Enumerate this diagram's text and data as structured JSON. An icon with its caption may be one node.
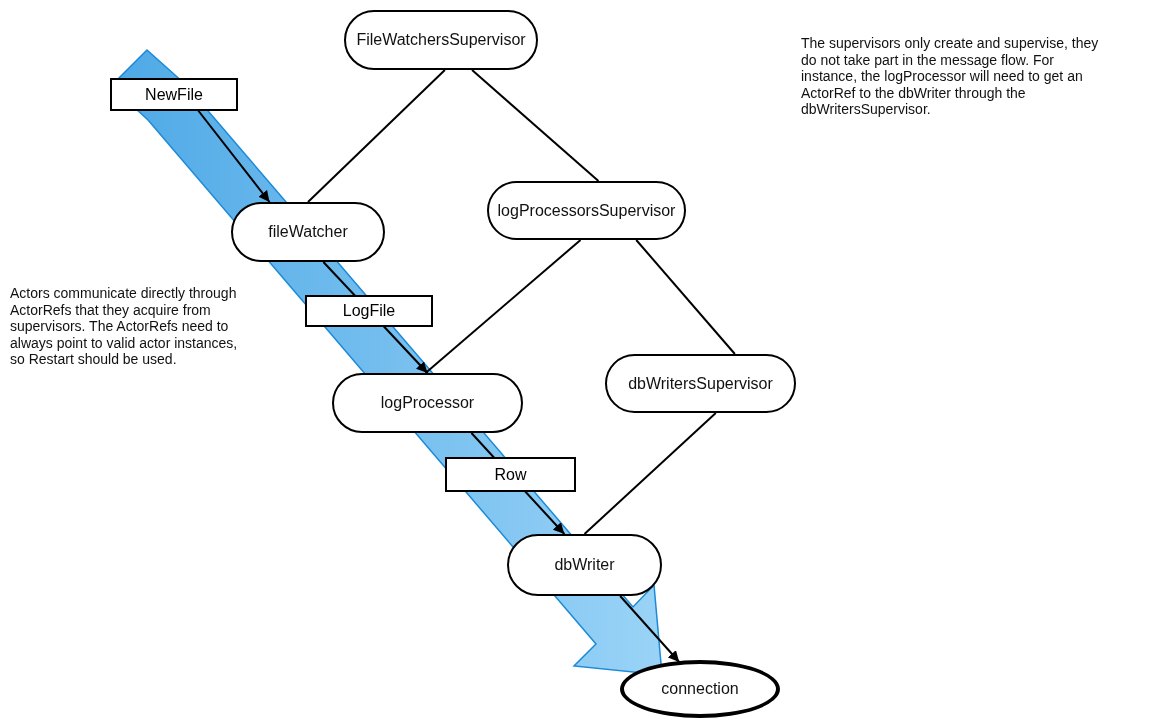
{
  "diagram": {
    "nodes": [
      {
        "text": [
          "FileWatchersSupervisor"
        ]
      },
      {
        "text": [
          "fileWatcher"
        ]
      },
      {
        "text": [
          "logProcessorsSupervisor"
        ]
      },
      {
        "text": [
          "logProcessor"
        ]
      },
      {
        "text": [
          "dbWritersSupervisor"
        ]
      },
      {
        "text": [
          "dbWriter"
        ]
      },
      {
        "text": [
          "connection"
        ]
      }
    ],
    "edges": [
      {
        "from": null,
        "to": 1,
        "label": "NewFile",
        "arrow": "to"
      },
      {
        "from": 1,
        "to": 3,
        "label": "LogFile",
        "arrow": "to"
      },
      {
        "from": 3,
        "to": 5,
        "label": "Row",
        "arrow": "to"
      },
      {
        "from": 5,
        "to": 6,
        "arrow": "to"
      },
      {
        "from": 0,
        "to": 1,
        "arrow": "none"
      },
      {
        "from": 0,
        "to": 2,
        "arrow": "none"
      },
      {
        "from": 2,
        "to": 3,
        "arrow": "none"
      },
      {
        "from": 2,
        "to": 4,
        "arrow": "none"
      },
      {
        "from": 4,
        "to": 5,
        "arrow": "none"
      }
    ],
    "labels": [
      "The supervisors only create and supervise, they do not take part in the message flow. For instance, the logProcessor will need to get an ActorRef to the dbWriter through the dbWritersSupervisor.",
      "Actors communicate directly through ActorRefs that they acquire from supervisors. The ActorRefs need to always point to valid actor instances, so Restart should be used."
    ]
  }
}
